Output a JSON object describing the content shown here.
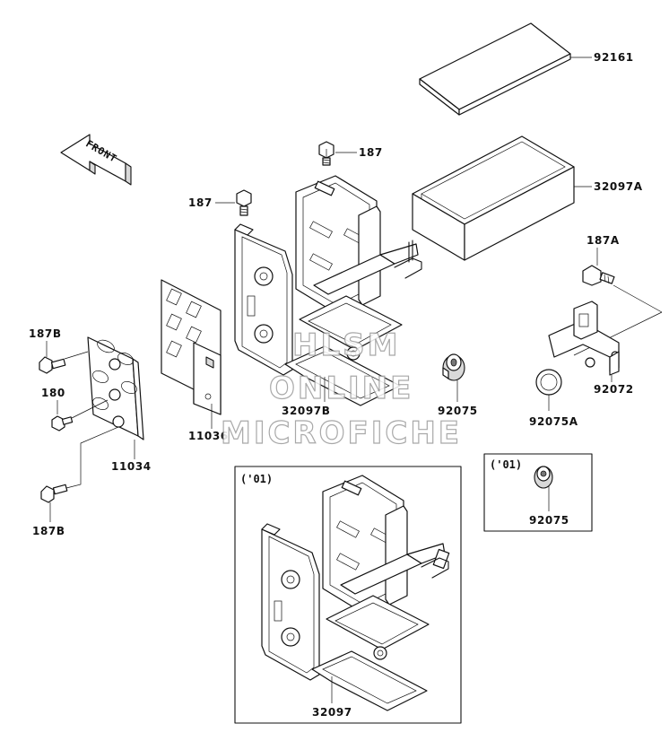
{
  "front_indicator": {
    "text": "FRONT"
  },
  "parts": {
    "p92161": "92161",
    "p187_top": "187",
    "p32097A": "32097A",
    "p187_left": "187",
    "p187A": "187A",
    "p187B_top": "187B",
    "p180": "180",
    "p92075": "92075",
    "p32097B": "32097B",
    "p92072": "92072",
    "p92075A": "92075A",
    "p11036": "11036",
    "p11034": "11034",
    "p187B_bottom": "187B",
    "p32097": "32097",
    "p92075_alt": "92075"
  },
  "boxes": {
    "main_variant_tag": "('01)",
    "small_variant_tag": "('01)"
  },
  "watermark": {
    "line1": "HLSM",
    "line2": "ONLINE",
    "line3": "MICROFICHE"
  }
}
